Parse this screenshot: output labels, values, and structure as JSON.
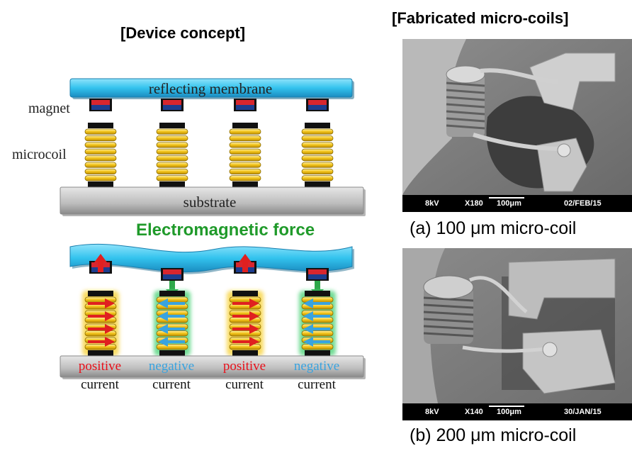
{
  "left_title": "[Device concept]",
  "right_title": "[Fabricated micro-coils]",
  "concept": {
    "membrane_label": "reflecting  membrane",
    "magnet_label": "magnet",
    "microcoil_label": "microcoil",
    "substrate_label": "substrate",
    "force_label": "Electromagnetic force",
    "currents": [
      {
        "polarity": "positive",
        "word": "current",
        "color": "#e8101a"
      },
      {
        "polarity": "negative",
        "word": "current",
        "color": "#39a3df"
      },
      {
        "polarity": "positive",
        "word": "current",
        "color": "#e8101a"
      },
      {
        "polarity": "negative",
        "word": "current",
        "color": "#39a3df"
      }
    ],
    "colors": {
      "membrane": "#33c3ee",
      "coil": "#f2c318",
      "substrate": "#bdbdbd",
      "force_text": "#1f9a2a",
      "magnet_north": "#d8262e",
      "magnet_south": "#1d3d8f",
      "repel_arrow": "#e02020",
      "attract_arrow": "#2ea84a"
    }
  },
  "sem_images": [
    {
      "voltage": "8kV",
      "magnification": "X180",
      "scale": "100μm",
      "date": "02/FEB/15",
      "caption": "(a) 100 μm micro-coil"
    },
    {
      "voltage": "8kV",
      "magnification": "X140",
      "scale": "100μm",
      "date": "30/JAN/15",
      "caption": "(b) 200 μm micro-coil"
    }
  ]
}
